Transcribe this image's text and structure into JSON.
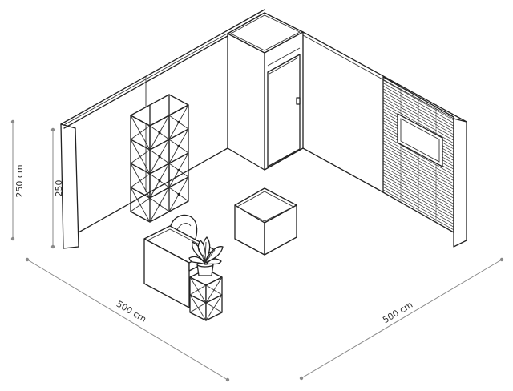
{
  "dimensions": {
    "height_total": "250 cm",
    "height_wall": "250",
    "width_left": "500 cm",
    "width_right": "500 cm"
  },
  "colors": {
    "line": "#222222",
    "dimension": "#8a8a8a",
    "background": "#ffffff"
  }
}
